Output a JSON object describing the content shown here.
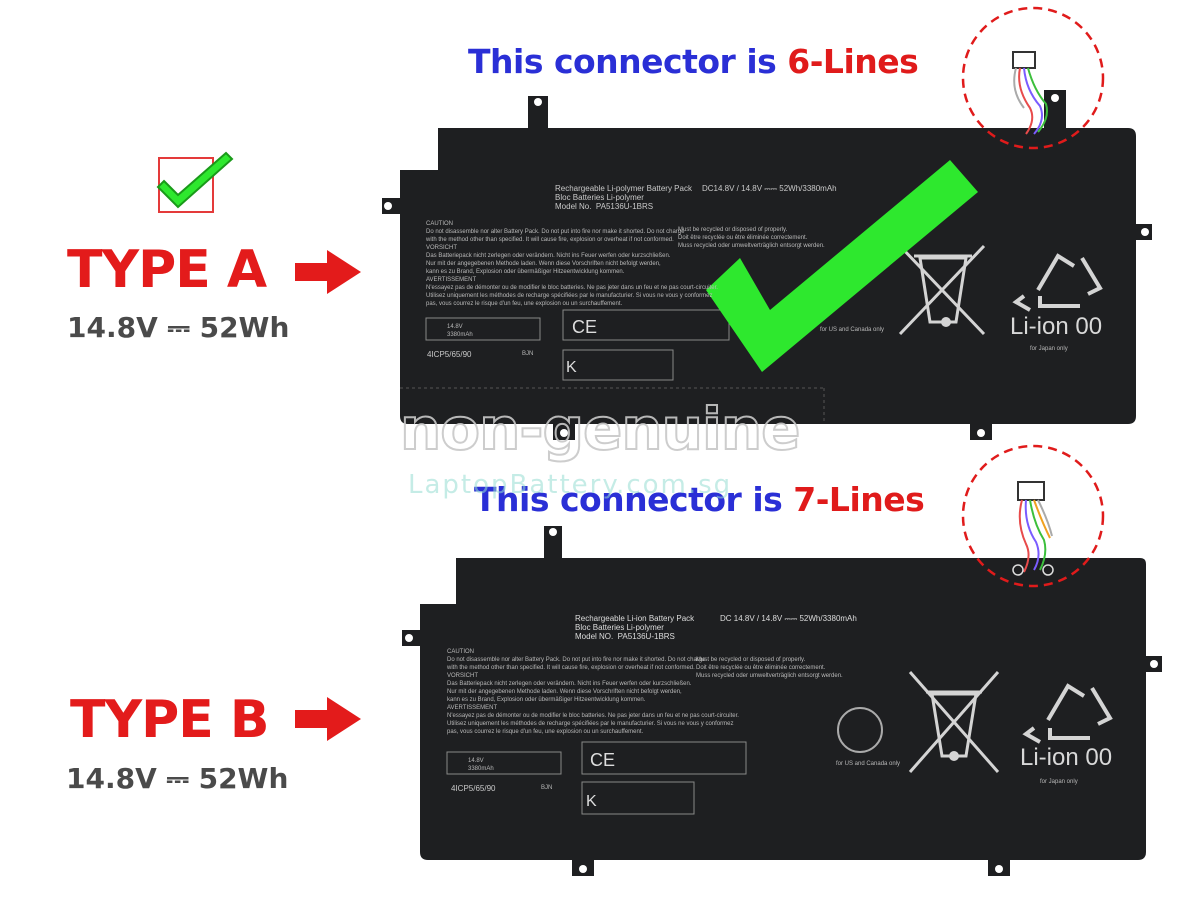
{
  "type_a": {
    "label": "TYPE A",
    "spec": "14.8V ⎓ 52Wh",
    "connector_headline_prefix": "This connector is ",
    "connector_headline_lines": "6-Lines",
    "battery_title": "Rechargeable Li-polymer Battery Pack\nBloc Batteries Li-polymer\nModel No.  PA5136U-1BRS",
    "battery_rating": "DC14.8V / 14.8V ⎓⎓  52Wh/3380mAh",
    "cell_code": "4ICP5/65/90",
    "bjn": "BJN",
    "pse_text": "14.8V\n3380mAh",
    "liion": "Li-ion 00",
    "japan": "for Japan only",
    "usa_canada": "for US and Canada only"
  },
  "type_b": {
    "label": "TYPE B",
    "spec": "14.8V ⎓ 52Wh",
    "connector_headline_prefix": "This connector is ",
    "connector_headline_lines": "7-Lines",
    "battery_title": "Rechargeable Li-ion Battery Pack\nBloc Batteries Li-polymer\nModel NO.  PA5136U-1BRS",
    "battery_rating": "DC 14.8V / 14.8V ⎓⎓  52Wh/3380mAh",
    "cell_code": "4ICP5/65/90",
    "bjn": "BJN",
    "pse_text": "14.8V\n3380mAh",
    "liion": "Li-ion 00",
    "japan": "for Japan only",
    "usa_canada": "for US and Canada only"
  },
  "watermark": {
    "main": "non-genuine",
    "sub": "LaptopBattery.com.sg"
  },
  "caution_text": "CAUTION\nDo not disassemble nor alter Battery Pack. Do not put into fire nor make it shorted. Do not charge\nwith the method other than specified. It will cause fire, explosion or overheat if not conformed.\nVORSICHT\nDas Batteriepack nicht zerlegen oder verändern. Nicht ins Feuer werfen oder kurzschließen.\nNur mit der angegebenen Methode laden. Wenn diese Vorschriften nicht befolgt werden,\nkann es zu Brand, Explosion oder übermäßiger Hitzeentwicklung kommen.\nAVERTISSEMENT\nN'essayez pas de démonter ou de modifier le bloc batteries. Ne pas jeter dans un feu et ne pas court-circuiter.\nUtilisez uniquement les méthodes de recharge spécifiées par le manufacturier. Si vous ne vous y conformez\npas, vous courrez le risque d'un feu, une explosion ou un surchauffement.",
  "recycle_text": "Must be recycled or disposed of properly.\nDoit être recyclée ou être éliminée correctement.\nMuss recycled oder umweltverträglich entsorgt werden.",
  "colors": {
    "red": "#e31b1b",
    "blue": "#2a2fd6",
    "green": "#2ee82e",
    "battery": "#1e1f21",
    "spec_gray": "#4a4a4a"
  },
  "icons": [
    "checkbox-check-icon",
    "right-arrow-icon",
    "big-checkmark-icon",
    "crossed-bin-icon",
    "recycle-icon",
    "ce-mark-icon",
    "kc-mark-icon",
    "pse-mark-icon",
    "connector-icon"
  ]
}
